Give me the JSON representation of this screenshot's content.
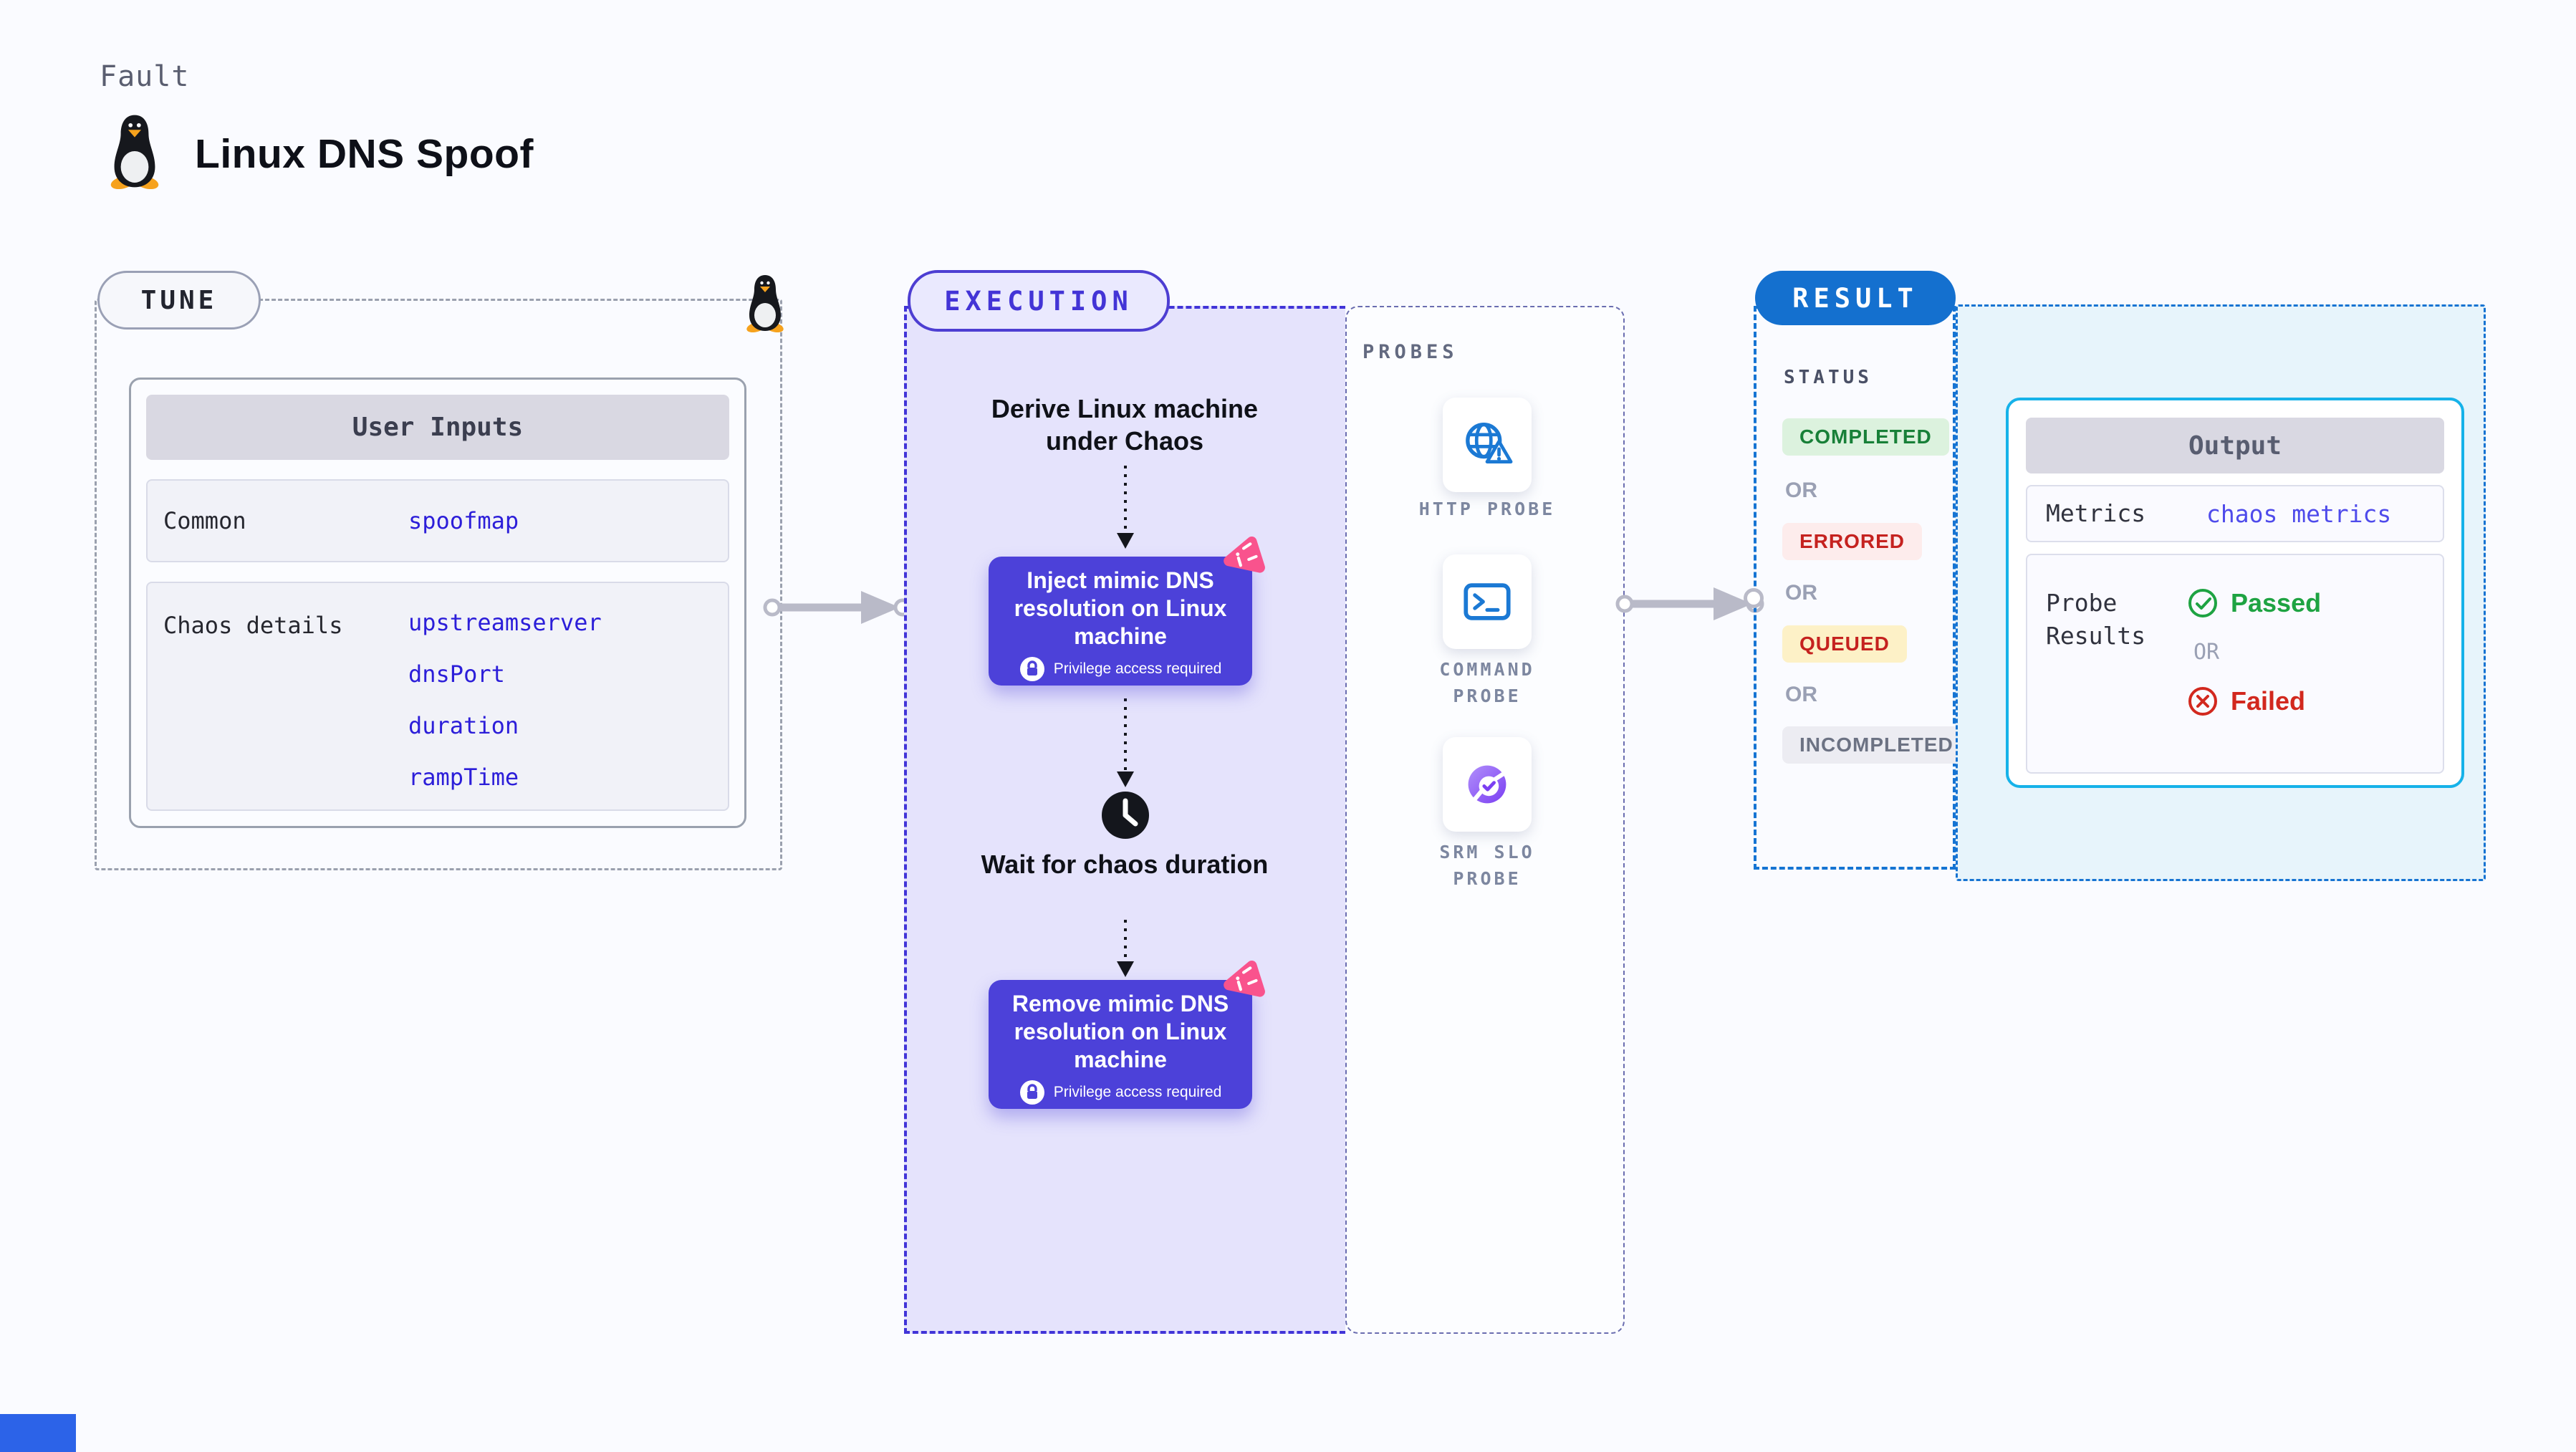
{
  "header": {
    "eyebrow": "Fault",
    "title": "Linux DNS Spoof",
    "logo": "tux-penguin"
  },
  "tune": {
    "badge": "TUNE",
    "table": {
      "header": "User Inputs",
      "rows": [
        {
          "label": "Common",
          "values": [
            "spoofmap"
          ]
        },
        {
          "label": "Chaos details",
          "values": [
            "upstreamserver",
            "dnsPort",
            "duration",
            "rampTime"
          ]
        }
      ]
    }
  },
  "execution": {
    "badge": "EXECUTION",
    "steps": {
      "derive": "Derive Linux machine under Chaos",
      "inject": "Inject mimic DNS resolution on Linux machine",
      "wait": "Wait for chaos duration",
      "remove": "Remove mimic DNS resolution on Linux machine"
    },
    "privilege_note": "Privilege access required"
  },
  "probes": {
    "label": "PROBES",
    "items": [
      {
        "icon": "globe-warning-icon",
        "label": "HTTP PROBE"
      },
      {
        "icon": "terminal-icon",
        "label": "COMMAND PROBE"
      },
      {
        "icon": "slo-donut-check-icon",
        "label": "SRM SLO PROBE"
      }
    ]
  },
  "result": {
    "badge": "RESULT",
    "status": {
      "label": "STATUS",
      "separator": "OR",
      "options": [
        {
          "label": "COMPLETED",
          "fg": "#188038",
          "bg": "#dcf2de"
        },
        {
          "label": "ERRORED",
          "fg": "#c5221f",
          "bg": "#fdecec"
        },
        {
          "label": "QUEUED",
          "fg": "#c5221f",
          "bg": "#fdf1c7"
        },
        {
          "label": "INCOMPLETED",
          "fg": "#6c7283",
          "bg": "#ececf2"
        }
      ]
    },
    "output": {
      "header": "Output",
      "metrics_label": "Metrics",
      "metrics_value": "chaos metrics",
      "probe_label": "Probe Results",
      "passed": "Passed",
      "or": "OR",
      "failed": "Failed"
    }
  },
  "colors": {
    "page_bg": "#fafbff",
    "execution_bg": "#e5e3fc",
    "execution_accent": "#4134d8",
    "chaos_step_bg": "#4c41d9",
    "pink_accent": "#f9538d",
    "result_badge_bg": "#1470cf",
    "result_dash": "#1574d3",
    "output_region_bg": "#e7f4fb",
    "output_card_border": "#16b2e9",
    "value_blue": "#2c1ed9",
    "metrics_link_blue": "#4f4beb",
    "passed_green": "#1ea342",
    "failed_red": "#d2281e",
    "probe_icon_blue": "#1b79d4",
    "arrow_gray": "#b9bac8"
  }
}
